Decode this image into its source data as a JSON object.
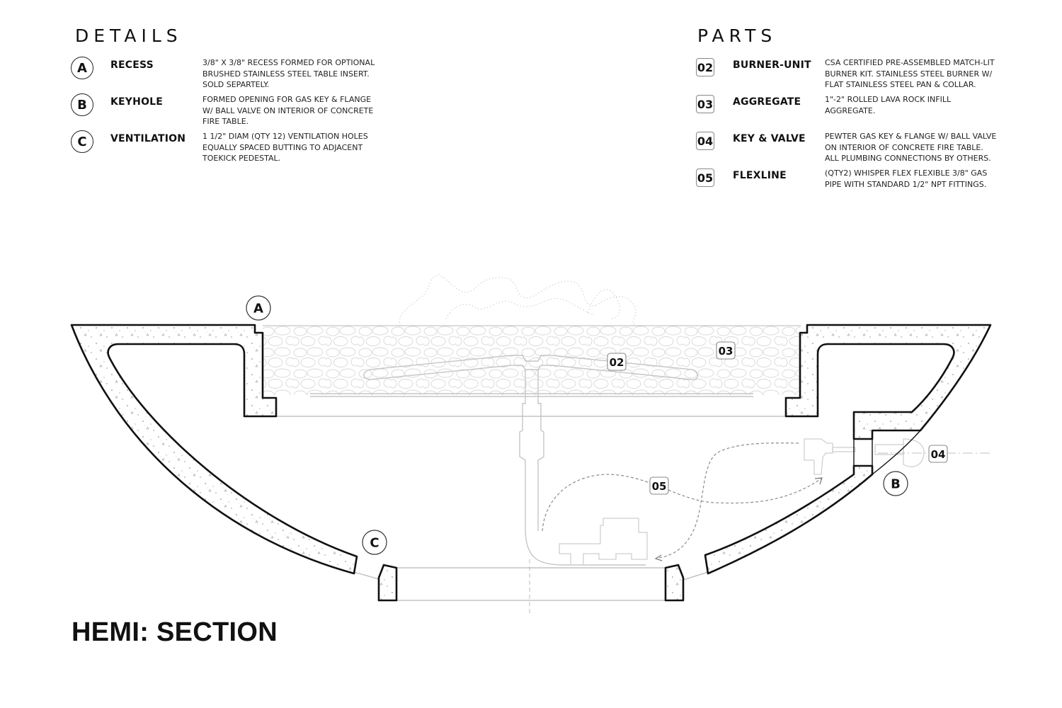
{
  "details": {
    "heading": "DETAILS",
    "items": [
      {
        "key": "A",
        "name": "RECESS",
        "description": "3/8\" x 3/8\" RECESS FORMED FOR OPTIONAL BRUSHED STAINLESS STEEL TABLE INSERT. SOLD SEPARTELY."
      },
      {
        "key": "B",
        "name": "KEYHOLE",
        "description": "FORMED OPENING FOR GAS KEY & FLANGE W/ BALL VALVE ON INTERIOR OF CONCRETE FIRE TABLE."
      },
      {
        "key": "C",
        "name": "VENTILATION",
        "description": "1 1/2\" DIAM (QTY 12) VENTILATION HOLES EQUALLY SPACED BUTTING TO ADJACENT TOEKICK PEDESTAL."
      }
    ]
  },
  "parts": {
    "heading": "PARTS",
    "items": [
      {
        "key": "02",
        "name": "BURNER-UNIT",
        "description": "CSA CERTIFIED PRE-ASSEMBLED MATCH-LIT BURNER KIT. STAINLESS STEEL BURNER W/ FLAT STAINLESS STEEL PAN & COLLAR."
      },
      {
        "key": "03",
        "name": "AGGREGATE",
        "description": "1\"-2\" ROLLED LAVA ROCK INFILL AGGREGATE."
      },
      {
        "key": "04",
        "name": "KEY & VALVE",
        "description": "PEWTER GAS KEY & FLANGE W/ BALL VALVE ON INTERIOR OF CONCRETE FIRE TABLE. ALL PLUMBING CONNECTIONS BY OTHERS."
      },
      {
        "key": "05",
        "name": "FLEXLINE",
        "description": "(QTY2) WHISPER FLEX FLEXIBLE 3/8\" GAS PIPE WITH STANDARD 1/2\" NPT FITTINGS."
      }
    ]
  },
  "drawing": {
    "title": "HEMI: SECTION",
    "callouts": {
      "a": "A",
      "b": "B",
      "c": "C",
      "p02": "02",
      "p03": "03",
      "p04": "04",
      "p05": "05"
    },
    "colors": {
      "outline": "#111111",
      "ghost": "#c8c8c8",
      "concrete_fill": "#ffffff"
    }
  }
}
